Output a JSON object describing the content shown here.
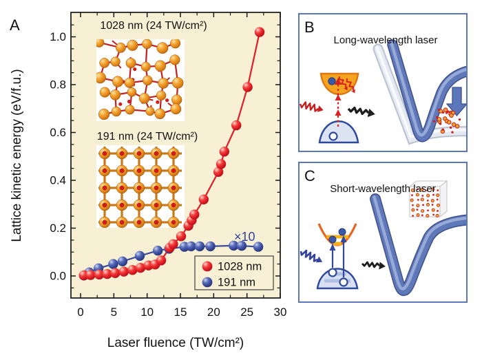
{
  "figure": {
    "panel_a": {
      "label": "A",
      "x_label": "Laser fluence (TW/cm²)",
      "y_label": "Lattice kinetic energy (eV/f.u.)",
      "inset1_title": "1028 nm (24 TW/cm²)",
      "inset2_title": "191 nm (24 TW/cm²)",
      "multiplier_note": "×10",
      "legend": [
        {
          "label": "1028 nm",
          "color": "#e01c24"
        },
        {
          "label": "191 nm",
          "color": "#3a4b9e"
        }
      ]
    },
    "panel_b": {
      "label": "B",
      "title": "Long-wavelength laser"
    },
    "panel_c": {
      "label": "C",
      "title": "Short-wavelength laser"
    }
  },
  "colors": {
    "plot_bg": "#f8f0d4",
    "series_red": "#e01c24",
    "series_blue": "#3a4b9e",
    "panel_border": "#5c77b9",
    "bond_red": "#c51f1f",
    "atom_orange": "#ef9722",
    "note_blue": "#2e3f9e"
  },
  "chart_data": {
    "type": "scatter",
    "title": "",
    "xlabel": "Laser fluence (TW/cm²)",
    "ylabel": "Lattice kinetic energy (eV/f.u.)",
    "xlim": [
      -1.5,
      30
    ],
    "ylim": [
      -0.09,
      1.1
    ],
    "x_ticks": [
      0,
      5,
      10,
      15,
      20,
      25,
      30
    ],
    "y_ticks": [
      0.0,
      0.2,
      0.4,
      0.6,
      0.8,
      1.0
    ],
    "y_tick_labels": [
      "0.0",
      "0.2",
      "0.4",
      "0.6",
      "0.8",
      "1.0"
    ],
    "grid": false,
    "legend_position": "lower right",
    "series": [
      {
        "name": "1028 nm",
        "color": "#e01c24",
        "marker": "ball",
        "points": [
          [
            0.5,
            0.003
          ],
          [
            1.5,
            0.004
          ],
          [
            2.8,
            0.006
          ],
          [
            4.0,
            0.008
          ],
          [
            5.2,
            0.012
          ],
          [
            6.5,
            0.018
          ],
          [
            7.8,
            0.025
          ],
          [
            9.0,
            0.034
          ],
          [
            10.2,
            0.044
          ],
          [
            11.2,
            0.048
          ],
          [
            12.1,
            0.065
          ],
          [
            13.4,
            0.118
          ],
          [
            13.9,
            0.133
          ],
          [
            15.1,
            0.166
          ],
          [
            16.2,
            0.21
          ],
          [
            16.7,
            0.233
          ],
          [
            17.1,
            0.257
          ],
          [
            18.5,
            0.32
          ],
          [
            20.7,
            0.435
          ],
          [
            21.1,
            0.468
          ],
          [
            21.6,
            0.52
          ],
          [
            23.4,
            0.63
          ],
          [
            25.1,
            0.79
          ],
          [
            26.9,
            1.02
          ]
        ]
      },
      {
        "name": "191 nm",
        "color": "#3a4b9e",
        "marker": "ball",
        "scale_note": "values plotted ×10",
        "points": [
          [
            0.5,
            0.002
          ],
          [
            1.3,
            0.015
          ],
          [
            2.7,
            0.032
          ],
          [
            4.9,
            0.05
          ],
          [
            6.3,
            0.061
          ],
          [
            8.9,
            0.084
          ],
          [
            11.6,
            0.106
          ],
          [
            13.3,
            0.114
          ],
          [
            15.6,
            0.122
          ],
          [
            16.6,
            0.124
          ],
          [
            17.9,
            0.124
          ],
          [
            19.5,
            0.124
          ],
          [
            23.0,
            0.127
          ],
          [
            24.2,
            0.126
          ],
          [
            26.7,
            0.122
          ]
        ]
      }
    ]
  }
}
